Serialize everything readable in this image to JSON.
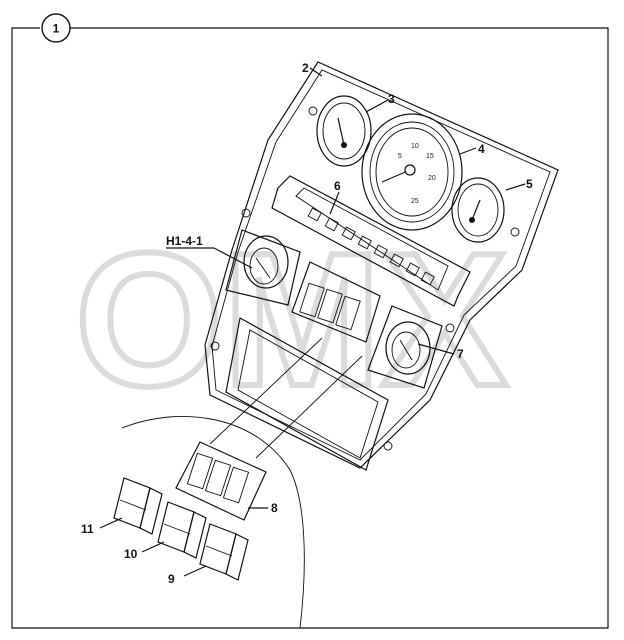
{
  "frame": {
    "number": "1"
  },
  "watermark": {
    "text": "OMX"
  },
  "callouts": {
    "c2": "2",
    "c3": "3",
    "c4": "4",
    "c5": "5",
    "c6": "6",
    "c7": "7",
    "c8": "8",
    "c9": "9",
    "c10": "10",
    "c11": "11",
    "ch1": "H1-4-1"
  },
  "tachometer": {
    "scale": [
      "5",
      "10",
      "15",
      "20",
      "25"
    ]
  },
  "colors": {
    "line": "#111111",
    "watermark": "#d8d8d8",
    "background": "#ffffff"
  }
}
